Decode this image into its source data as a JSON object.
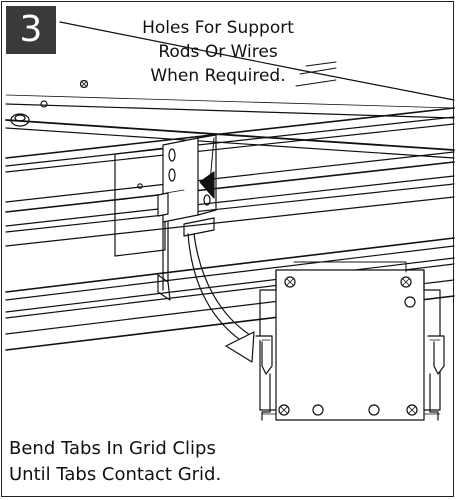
{
  "step": {
    "number": "3"
  },
  "callout": {
    "lines": [
      "Holes For Support",
      "Rods Or Wires",
      "When Required."
    ]
  },
  "caption": {
    "lines": [
      "Bend Tabs In Grid Clips",
      "Until Tabs Contact Grid."
    ]
  },
  "colors": {
    "line": "#111111",
    "badge": "#3a3a3a",
    "background": "#ffffff"
  }
}
